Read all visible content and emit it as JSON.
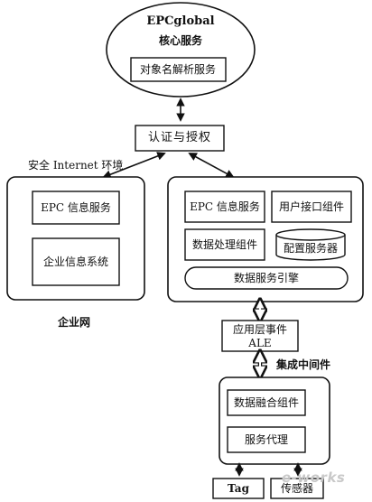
{
  "epcglobal": {
    "title": "EPCglobal",
    "subtitle": "核心服务",
    "ons_label": "对象名解析服务"
  },
  "auth": {
    "label": "认证与授权"
  },
  "internet": {
    "label": "安全 Internet 环境"
  },
  "enterprise": {
    "epc_is_label": "EPC 信息服务",
    "eis_label": "企业信息系统",
    "caption": "企业网"
  },
  "service_platform": {
    "epc_is_label": "EPC 信息服务",
    "ui_component_label": "用户接口组件",
    "data_processing_label": "数据处理组件",
    "config_server_label": "配置服务器",
    "data_engine_label": "数据服务引擎"
  },
  "ale": {
    "label_line1": "应用层事件",
    "label_line2": "ALE"
  },
  "middleware": {
    "label": "集成中间件"
  },
  "edge": {
    "fusion_label": "数据融合组件",
    "agent_label": "服务代理"
  },
  "devices": {
    "tag_label": "Tag",
    "sensor_label": "传感器"
  },
  "watermark": {
    "text": "e-works"
  },
  "colors": {
    "line": "#111111",
    "background": "#ffffff",
    "watermark": "#c9c9c9"
  }
}
